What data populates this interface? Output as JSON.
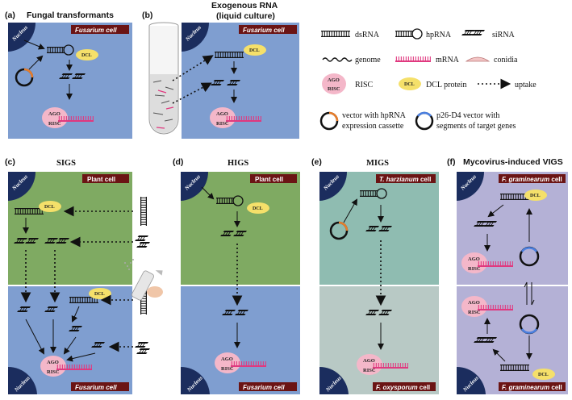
{
  "panels": {
    "a": {
      "letter": "(a)",
      "title": "Fungal transformants",
      "cell": "Fusarium cell"
    },
    "b": {
      "letter": "(b)",
      "title_line1": "Exogenous RNA",
      "title_line2": "(liquid culture)",
      "cell": "Fusarium cell"
    },
    "c": {
      "letter": "(c)",
      "title": "SIGS",
      "cell_top": "Plant cell",
      "cell_bottom": "Fusarium cell"
    },
    "d": {
      "letter": "(d)",
      "title": "HIGS",
      "cell_top": "Plant cell",
      "cell_bottom": "Fusarium cell"
    },
    "e": {
      "letter": "(e)",
      "title": "MIGS",
      "cell_top_italic": "T. harzianum",
      "cell_top_rest": " cell",
      "cell_bottom_italic": "F. oxysporum",
      "cell_bottom_rest": " cell"
    },
    "f": {
      "letter": "(f)",
      "title": "Mycovirus-induced VIGS",
      "cell_top_italic": "F. graminearum",
      "cell_top_rest": " cell",
      "cell_bottom_italic": "F. graminearum",
      "cell_bottom_rest": " cell"
    }
  },
  "common": {
    "nucleus": "Nucleus",
    "ago": "AGO",
    "risc": "RISC",
    "dcl": "DCL"
  },
  "legend": {
    "dsrna": "dsRNA",
    "hprna": "hpRNA",
    "sirna": "siRNA",
    "genome": "genome",
    "mrna": "mRNA",
    "conidia": "conidia",
    "risc": "RISC",
    "dcl_protein": "DCL protein",
    "uptake": "uptake",
    "vector_hp_line1": "vector with hpRNA",
    "vector_hp_line2": "expression cassette",
    "p26_line1": "p26-D4 vector with",
    "p26_line2": "segments of target genes"
  },
  "colors": {
    "fungal_blue": "#7f9ed0",
    "plant_green": "#7faa62",
    "teal": "#8fbcb1",
    "grey_teal": "#b8c9c5",
    "lavender": "#b4b1d6",
    "tag_red": "#6b1414",
    "nucleus_navy": "#1b2d5e",
    "mrna_pink": "#e0397f",
    "risc_pink": "#f4b7c9",
    "dcl_yellow": "#f5e06a"
  }
}
